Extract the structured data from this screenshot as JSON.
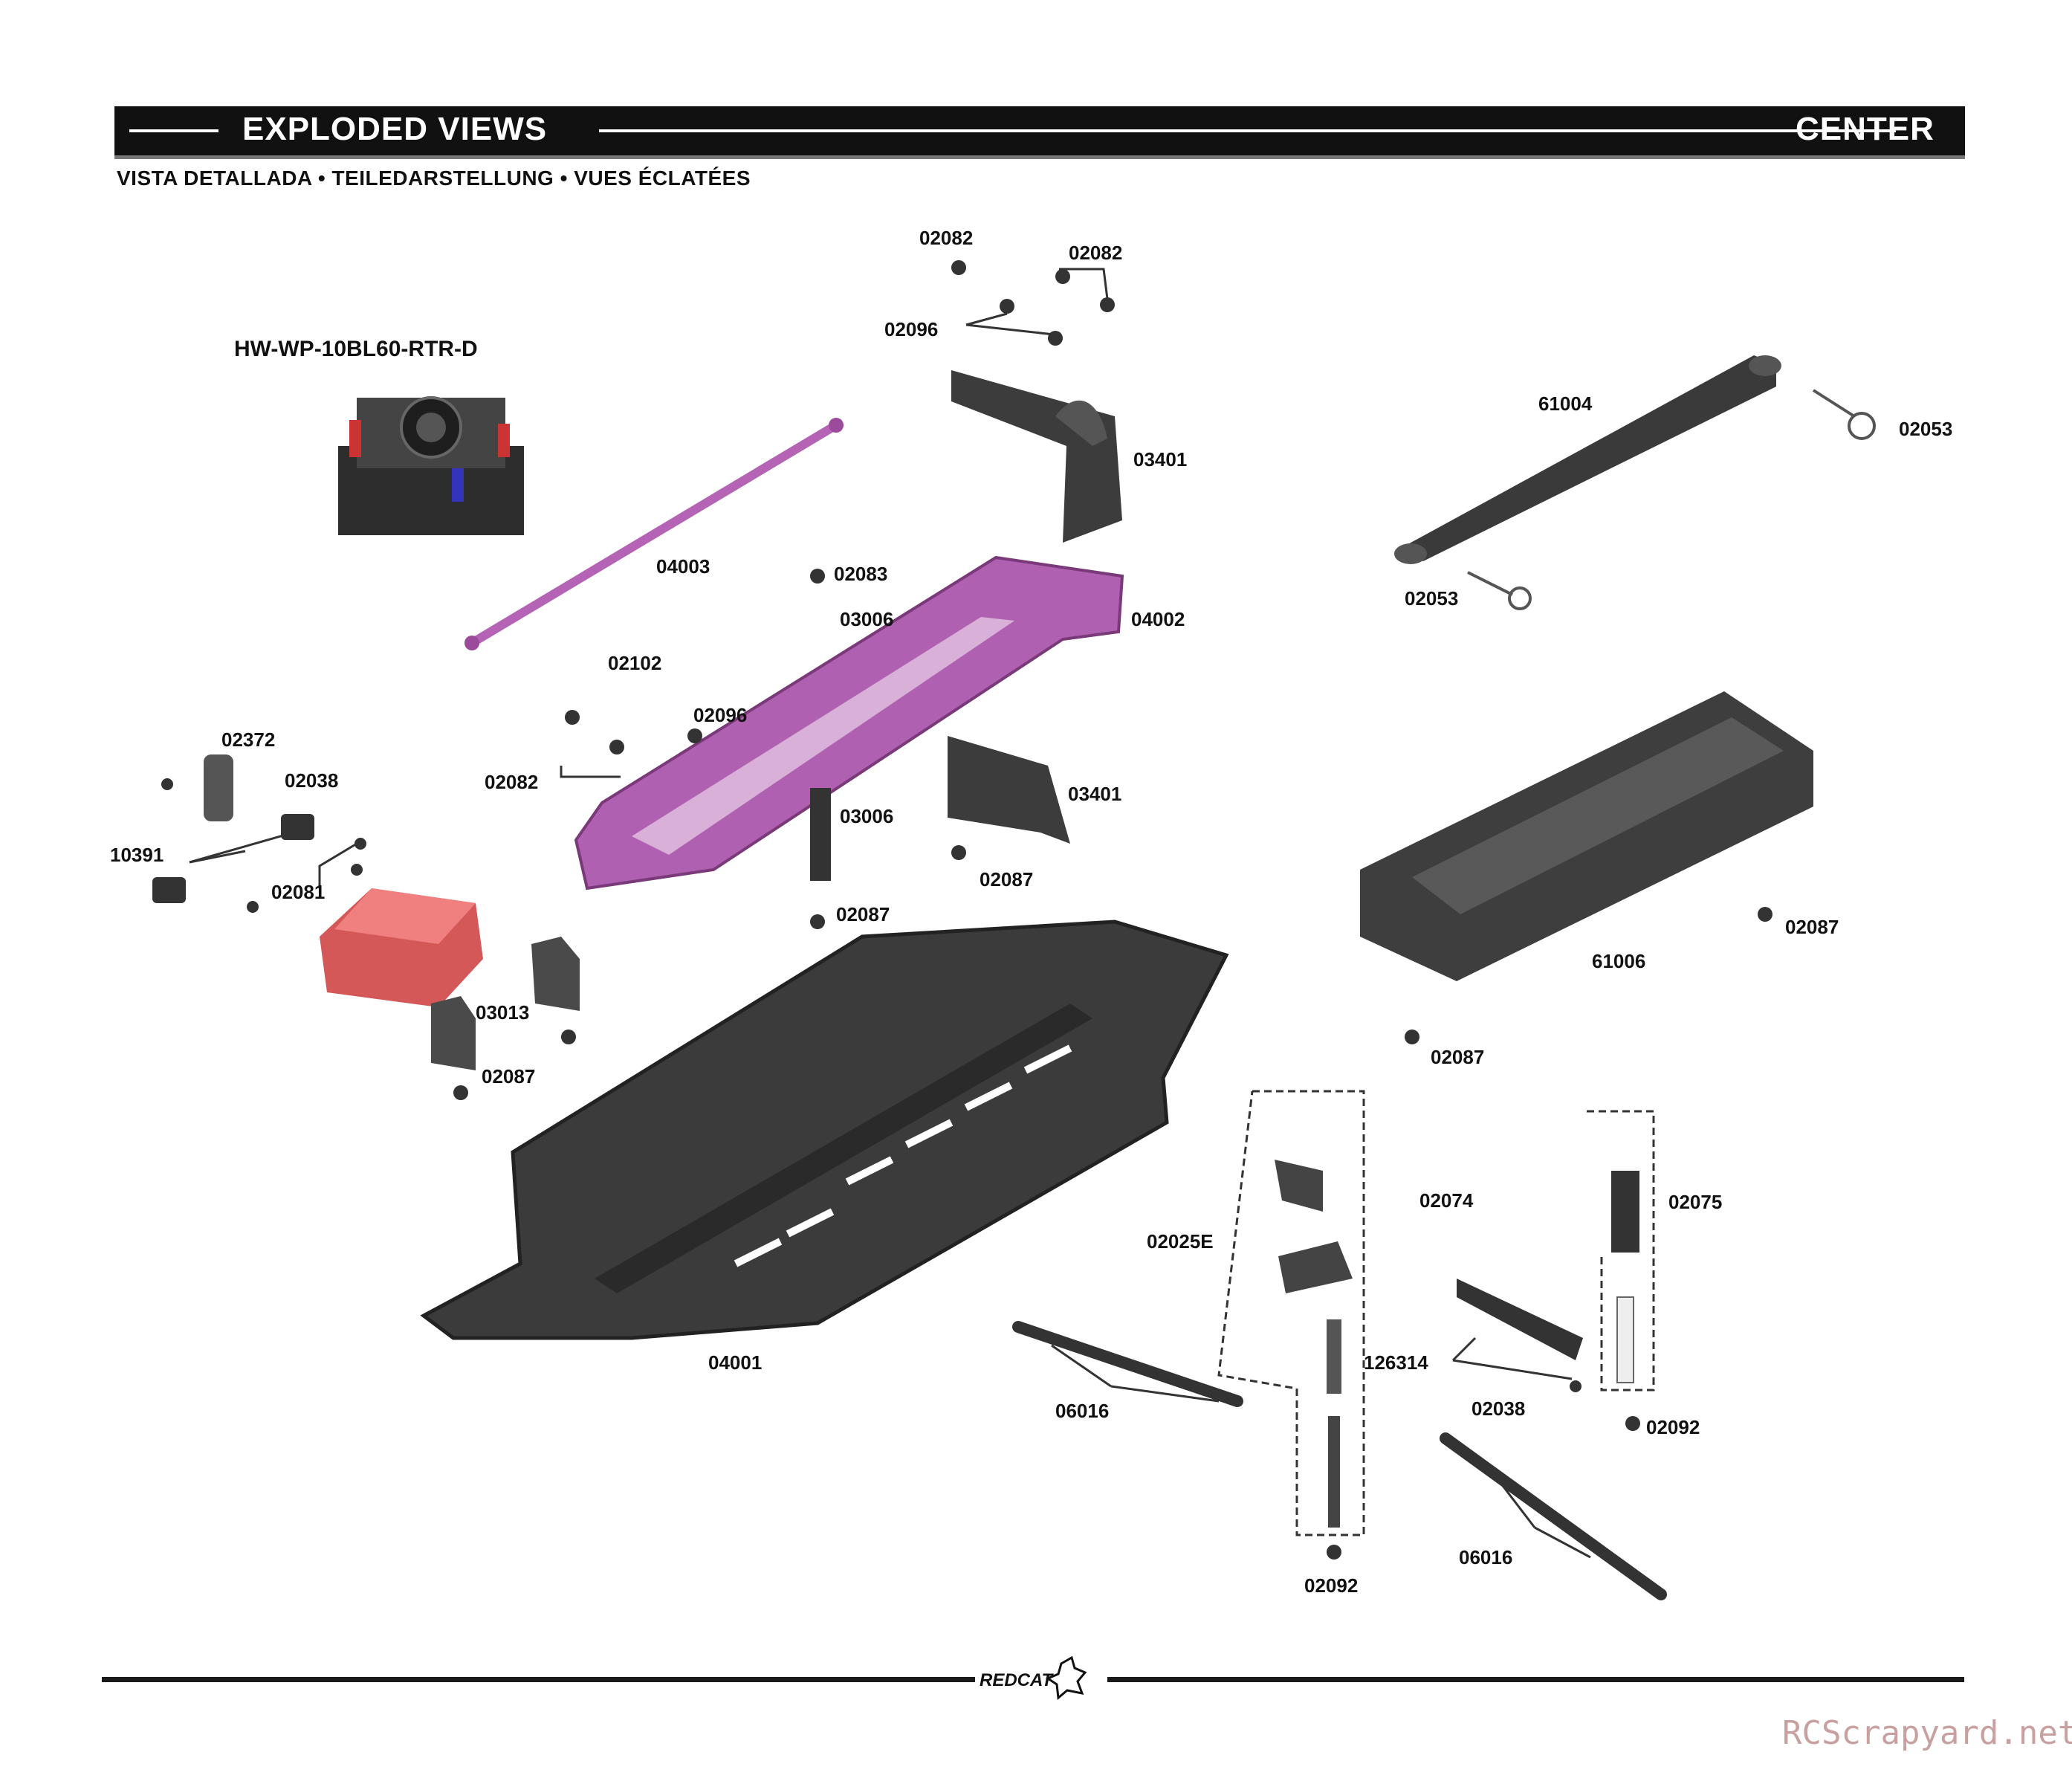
{
  "header": {
    "title": "EXPLODED VIEWS",
    "section": "CENTER",
    "subtitle": "VISTA DETALLADA  •  TEILEDARSTELLUNG  •  VUES ÉCLATÉES"
  },
  "part_labels": [
    "HW-WP-10BL60-RTR-D",
    "02082",
    "02082",
    "02096",
    "03401",
    "61004",
    "02053",
    "02053",
    "04003",
    "02083",
    "03006",
    "04002",
    "02102",
    "02096",
    "02082",
    "02372",
    "02038",
    "10391",
    "02081",
    "03006",
    "03401",
    "02087",
    "02087",
    "02087",
    "02087",
    "61006",
    "03013",
    "02087",
    "04001",
    "02025E",
    "02074",
    "02075",
    "126314",
    "02038",
    "02092",
    "06016",
    "06016",
    "02092"
  ],
  "footer": {
    "brand": "REDCAT",
    "watermark": "RCScrapyard.net"
  },
  "colors": {
    "header_bg": "#111111",
    "purple_part": "#b060b0",
    "red_part": "#d05050",
    "dark_part": "#3a3a3a"
  }
}
